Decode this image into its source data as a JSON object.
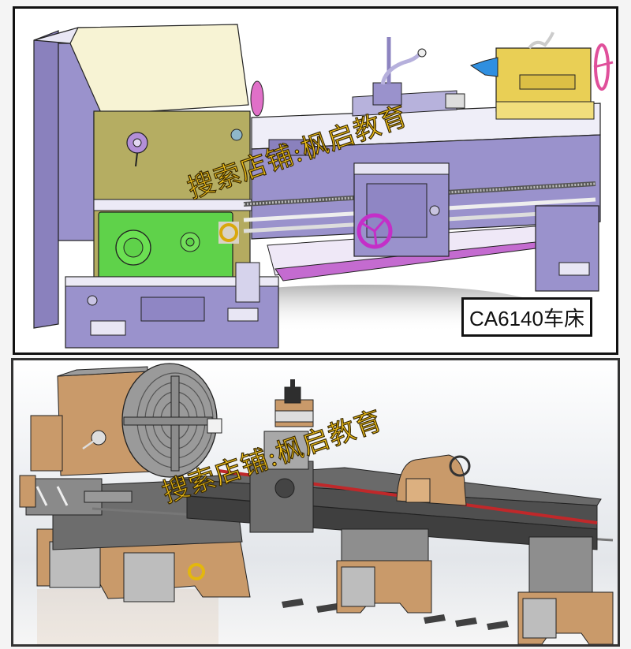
{
  "figure": {
    "top_panel": {
      "subject": "CA6140 lathe CAD model (purple body)",
      "caption": "CA6140车床",
      "colors": {
        "body": "#8f86c4",
        "headstock_cover": "#b5ad62",
        "gearbox_panel": "#5fd24a",
        "tailstock": "#e9cf55",
        "handwheel": "#c42fc8",
        "live_center": "#2f8fe0",
        "chip_tray": "#c46bd0"
      }
    },
    "bottom_panel": {
      "subject": "Large lathe with four-jaw chuck (tan/grey render)",
      "colors": {
        "base": "#c99a6a",
        "metal": "#7b7b7b",
        "rail_accent": "#c0282a"
      }
    },
    "watermark": {
      "text": "搜索店铺:枫启教育",
      "color": "#f2c21a"
    }
  }
}
